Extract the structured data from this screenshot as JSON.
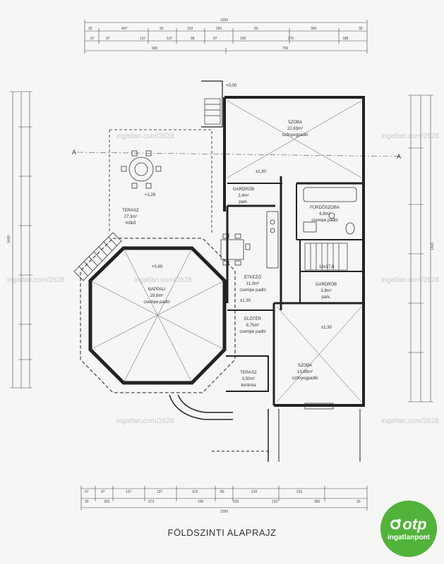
{
  "drawing": {
    "caption": "FÖLDSZINTI ALAPRAJZ",
    "section_marks": [
      "A",
      "A"
    ],
    "watermark": "ingatlan.com/2628"
  },
  "rooms": [
    {
      "id": "szoba1",
      "name": "SZOBA",
      "area": "22,63m²",
      "floor": "szőnyegpadló"
    },
    {
      "id": "terasz1",
      "name": "TERASZ",
      "area": "27,3m²",
      "floor": "műkő"
    },
    {
      "id": "gardrob1",
      "name": "GARDRÓB",
      "area": "2,4m²",
      "floor": "park."
    },
    {
      "id": "furdo",
      "name": "FÜRDŐSZOBA",
      "area": "6,8m²",
      "floor": "csempe padló"
    },
    {
      "id": "nappali",
      "name": "NAPPALI",
      "area": "29,8m²",
      "floor": "csempe padló"
    },
    {
      "id": "etkezo",
      "name": "ÉTKEZŐ",
      "area": "11,0m²",
      "floor": "csempe padló"
    },
    {
      "id": "gardrob2",
      "name": "GARDRÓB",
      "area": "3,9m²",
      "floor": "park."
    },
    {
      "id": "eloter",
      "name": "ELŐTÉR",
      "area": "8,75m²",
      "floor": "csempe padló"
    },
    {
      "id": "szoba2",
      "name": "SZOBA",
      "area": "13,68m²",
      "floor": "szőnyegpadló"
    },
    {
      "id": "terasz2",
      "name": "TERASZ",
      "area": "3,50m²",
      "floor": "kerámia"
    }
  ],
  "levels": {
    "top": "+0,00",
    "main": "±1,30",
    "terrace": "+1,28",
    "nappali": "+0,90",
    "stair": "16x17,8"
  },
  "dimensions": {
    "top_total": "1290",
    "top_row": [
      "30",
      "407",
      "20",
      "193",
      "260",
      "50",
      "300",
      "30"
    ],
    "top_row2": [
      "97",
      "97",
      "137",
      "137",
      "98",
      "97",
      "195",
      "270",
      "188"
    ],
    "top_row3": [
      "690",
      "750"
    ],
    "bottom_row1": [
      "97",
      "97",
      "137",
      "137",
      "119",
      "80",
      "210",
      "210"
    ],
    "bottom_row2": [
      "30",
      "303",
      "273",
      "150",
      "220",
      "210",
      "380",
      "30"
    ],
    "bottom_total": "1290",
    "left_total": "1400",
    "right_total": "1420"
  },
  "logo": {
    "name": "otp",
    "subtitle": "ingatlanpont",
    "color": "#52b33a"
  }
}
